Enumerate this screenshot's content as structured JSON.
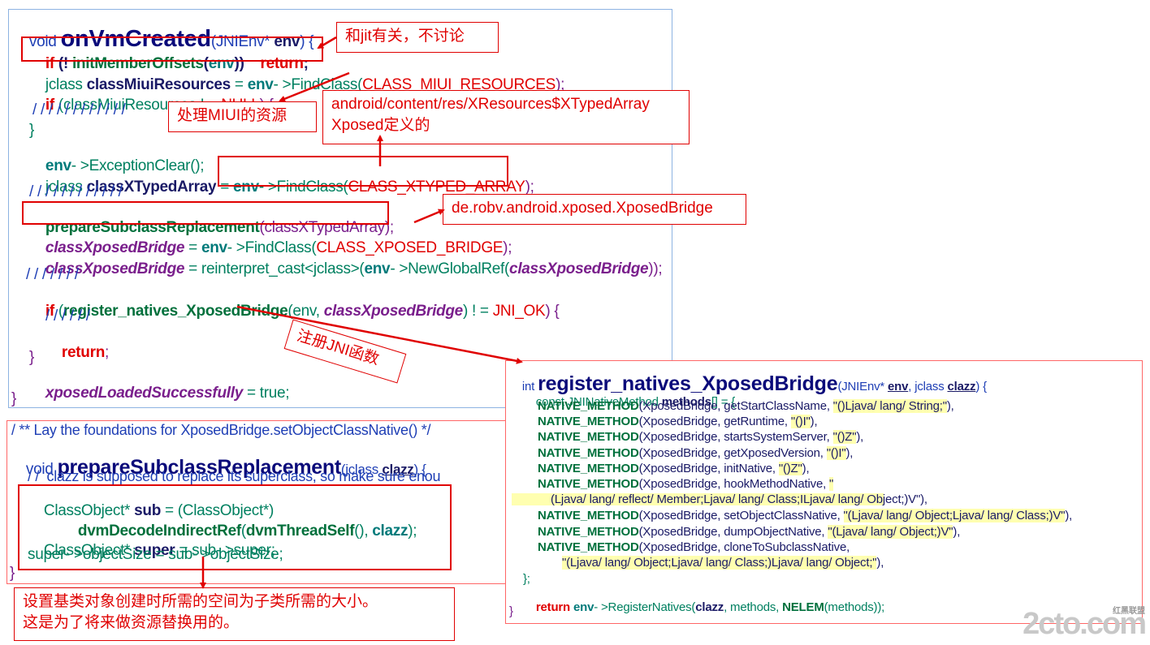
{
  "top_code": {
    "l1a": "void ",
    "l1b": "onVmCreated",
    "l1c": "(JNIEnv* ",
    "l1d": "env",
    "l1e": ") {",
    "l2a": "if",
    "l2b": " (! ",
    "l2c": "initMemberOffsets",
    "l2d": "(",
    "l2e": "env",
    "l2f": "))    ",
    "l2g": "return",
    "l2h": ";",
    "l3a": "jclass ",
    "l3b": "classMiuiResources",
    "l3c": " = ",
    "l3d": "env",
    "l3e": "- >FindClass(",
    "l3f": "CLASS_MIUI_RESOURCES",
    "l3g": ");",
    "l4a": "if",
    "l4b": " (classMiuiResources ! = ",
    "l4c": "NULL",
    "l4d": ") {",
    "l5": "/ / / / / / / / / / / /",
    "l6": "}",
    "l7a": "env",
    "l7b": "- >ExceptionClear();",
    "l8a": "jclass ",
    "l8b": "classXTypedArray",
    "l8c": " = ",
    "l8d": "env",
    "l8e": "- >FindClass(",
    "l8f": "CLASS_XTYPED_ARRAY",
    "l8g": ");",
    "l9": "/ / / / / / / / / / / /",
    "l10a": "prepareSubclassReplacement",
    "l10b": "(classXTypedArray);",
    "l11a": "classXposedBridge",
    "l11b": " = ",
    "l11c": "env",
    "l11d": "- >FindClass(",
    "l11e": "CLASS_XPOSED_BRIDGE",
    "l11f": ");",
    "l12a": "classXposedBridge",
    "l12b": " = reinterpret_cast<jclass>(",
    "l12c": "env",
    "l12d": "- >NewGlobalRef(",
    "l12e": "classXposedBridge",
    "l12f": "));",
    "l13": "/ / / / / / /",
    "l14a": "if",
    "l14b": " (",
    "l14c": "register_natives_XposedBridge",
    "l14d": "(env, ",
    "l14e": "classXposedBridge",
    "l14f": ") ! = ",
    "l14g": "JNI_OK",
    "l14h": ") {",
    "l15": "/ / / / / /",
    "l16": "return",
    "l16b": ";",
    "l17": "}",
    "l18a": "xposedLoadedSuccessfully",
    "l18b": " = true;",
    "l19": "}"
  },
  "bottom_code": {
    "c1": "/ ** Lay the foundations for XposedBridge.setObjectClassNative() */",
    "l1a": "void ",
    "l1b": "prepareSubclassReplacement",
    "l1c": "(jclass ",
    "l1d": "clazz",
    "l1e": ") {",
    "l2": "/ /  clazz is supposed to replace its superclass, so make sure enou",
    "l3a": "ClassObject* ",
    "l3b": "sub",
    "l3c": " = (ClassObject*)",
    "l4a": "dvmDecodeIndirectRef",
    "l4b": "(",
    "l4c": "dvmThreadSelf",
    "l4d": "(), ",
    "l4e": "clazz",
    "l4f": ");",
    "l5a": "ClassObject* ",
    "l5b": "super",
    "l5c": " = sub- >super;",
    "l6": "super- >objectSize = sub- >objectSize;",
    "l7": "}"
  },
  "right_code": {
    "l1a": "int ",
    "l1b": "register_natives_XposedBridge",
    "l1c": "(JNIEnv* ",
    "l1d": "env",
    "l1e": ", jclass ",
    "l1f": "clazz",
    "l1g": ") {",
    "l2a": "const JNINativeMethod ",
    "l2b": "methods",
    "l2c": "[] = {",
    "macro": "NATIVE_METHOD",
    "m1a": "(XposedBridge, getStartClassName, ",
    "m1b": "\"()Ljava/ lang/ String;\"",
    "m1c": "),",
    "m2a": "(XposedBridge, getRuntime, ",
    "m2b": "\"()I\"",
    "m2c": "),",
    "m3a": "(XposedBridge, startsSystemServer, ",
    "m3b": "\"()Z\"",
    "m3c": "),",
    "m4a": "(XposedBridge, getXposedVersion, ",
    "m4b": "\"()I\"",
    "m4c": "),",
    "m5a": "(XposedBridge, initNative, ",
    "m5b": "\"()Z\"",
    "m5c": "),",
    "m6a": "(XposedBridge, hookMethodNative, ",
    "m6b": "\"",
    "m6cont": "(Ljava/ lang/ reflect/ Member;Ljava/ lang/ Class;ILjava/ lang/ Object;)V\"",
    "m6d": "),",
    "m7a": "(XposedBridge, setObjectClassNative, ",
    "m7b": "\"(Ljava/ lang/ Object;Ljava/ lang/ Class;)V\"",
    "m7c": "),",
    "m8a": "(XposedBridge, dumpObjectNative, ",
    "m8b": "\"(Ljava/ lang/ Object;)V\"",
    "m8c": "),",
    "m9a": "(XposedBridge, cloneToSubclassNative,",
    "m9cont": "\"(Ljava/ lang/ Object;Ljava/ lang/ Class;)Ljava/ lang/ Object;\"",
    "m9d": "),",
    "end1": "};",
    "r1": "return ",
    "r2": "env",
    "r3": "- >RegisterNatives(",
    "r4": "clazz",
    "r5": ", methods, ",
    "r6": "NELEM",
    "r7": "(methods));",
    "end2": "}"
  },
  "notes": {
    "jit": "和jit有关，不讨论",
    "miui": "处理MIUI的资源",
    "xtyped_1": "android/content/res/XResources$XTypedArray",
    "xtyped_2": "Xposed定义的",
    "bridge": "de.robv.android.xposed.XposedBridge",
    "register": "注册JNI函数",
    "size_1": "设置基类对象创建时所需的空间为子类所需的大小。",
    "size_2": "这是为了将来做资源替换用的。"
  },
  "watermark": {
    "main": "2cto.com",
    "small": "红黑联盟"
  },
  "colors": {
    "annotation": "#e00000",
    "panel_border": "#8db3e2",
    "highlight": "#ffffb0"
  }
}
